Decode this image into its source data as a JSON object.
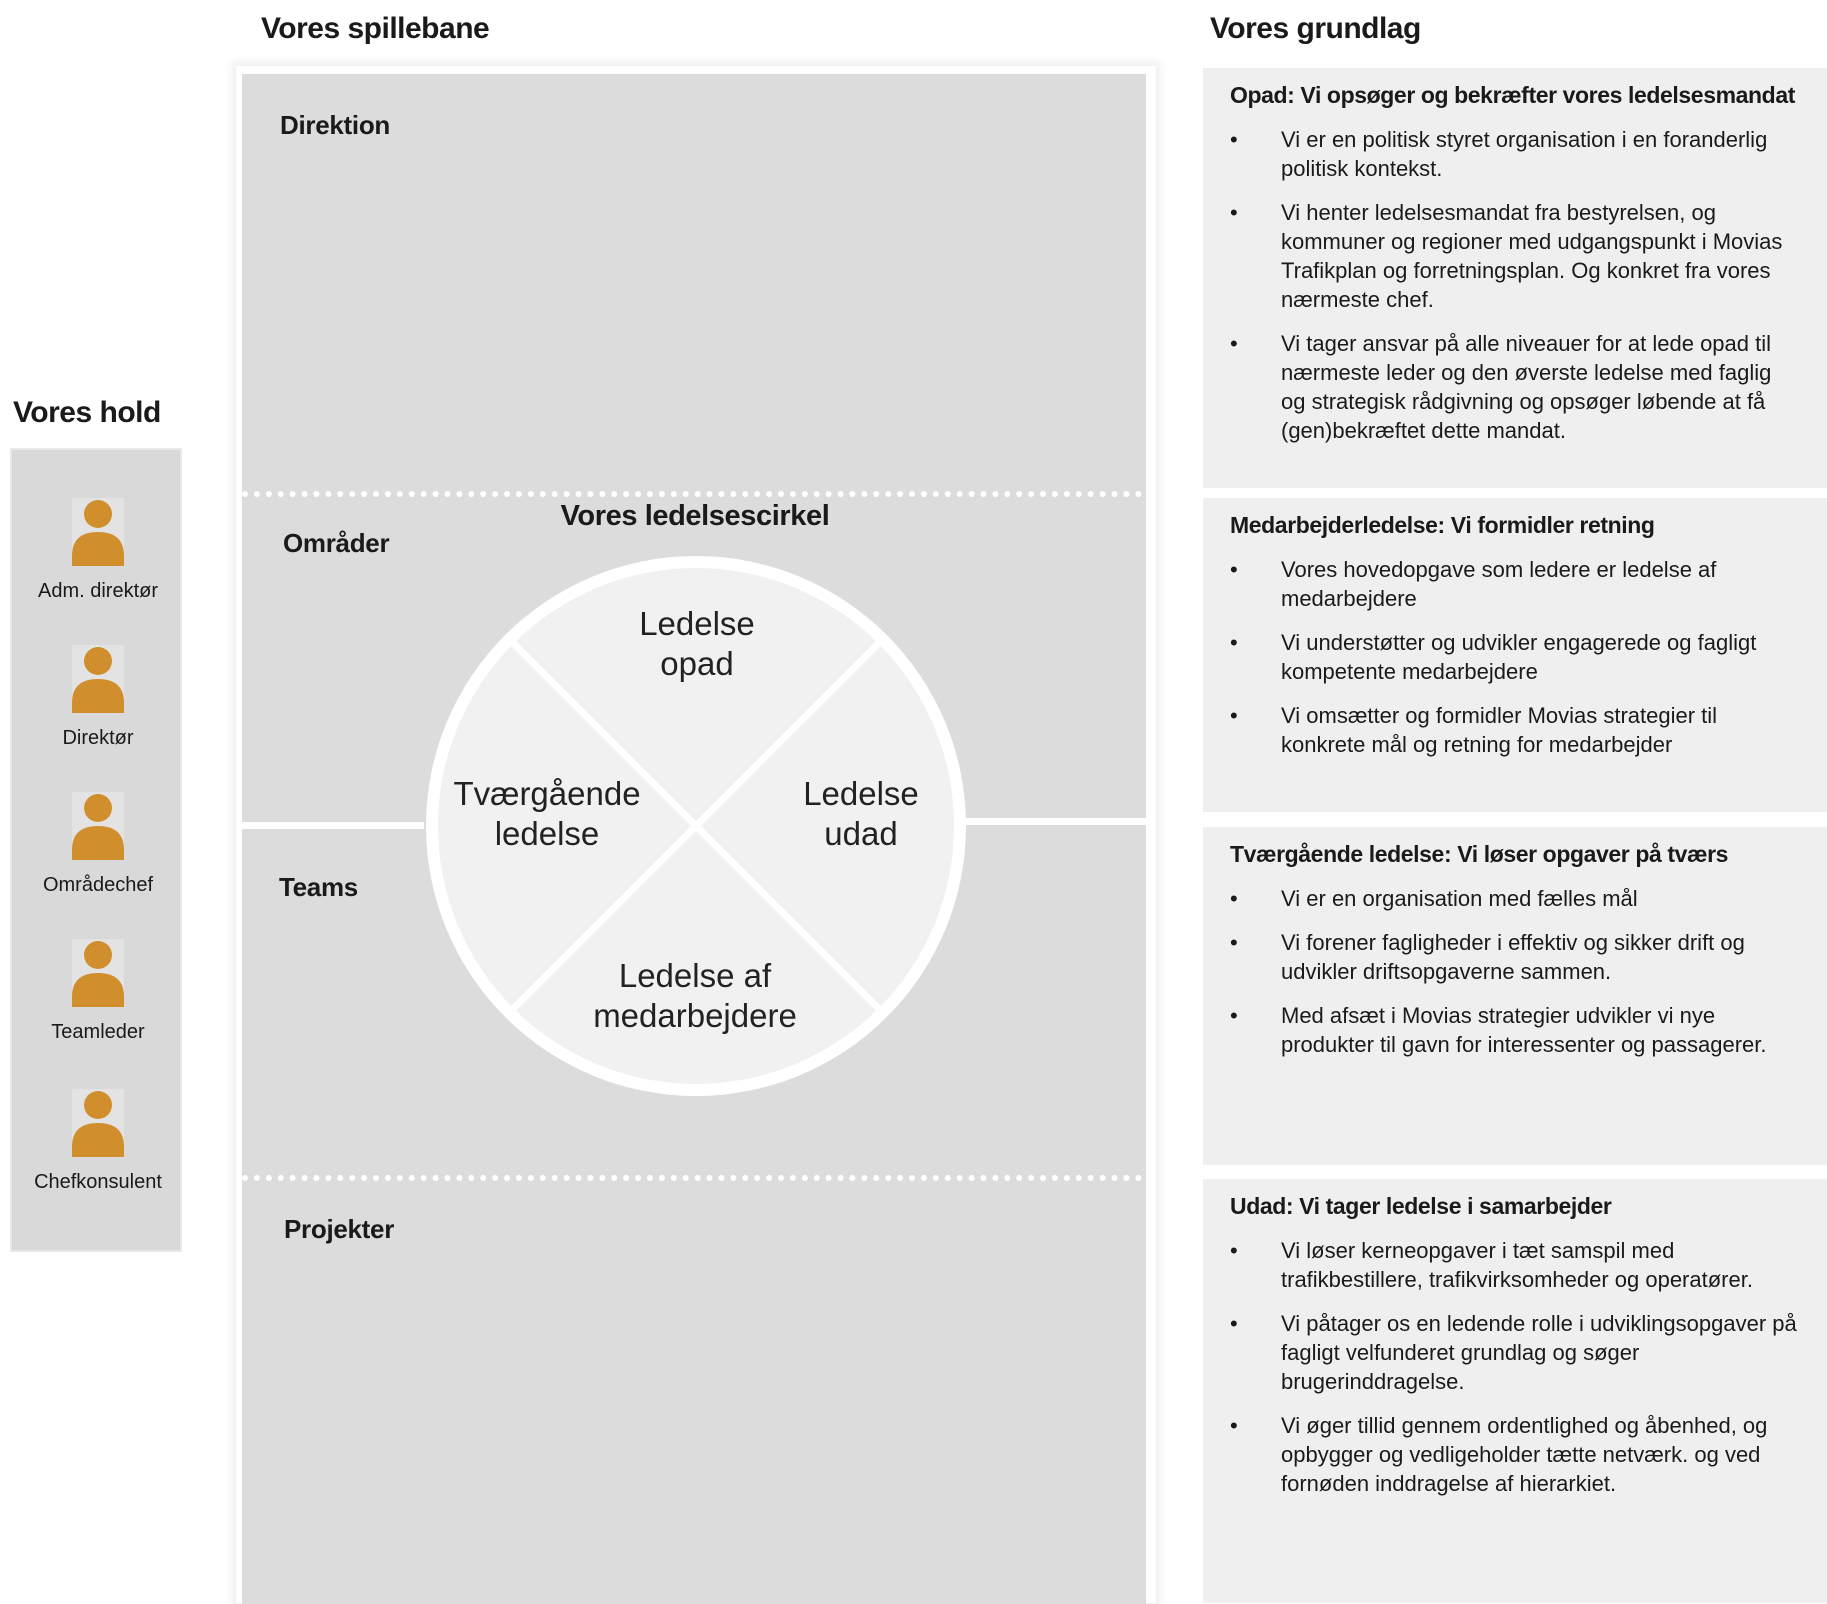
{
  "headings": {
    "team": "Vores hold",
    "field": "Vores spillebane",
    "foundation": "Vores grundlag"
  },
  "team": [
    {
      "label": "Adm. direktør",
      "icon": "person-icon"
    },
    {
      "label": "Direktør",
      "icon": "person-icon"
    },
    {
      "label": "Områdechef",
      "icon": "person-icon"
    },
    {
      "label": "Teamleder",
      "icon": "person-icon"
    },
    {
      "label": "Chefkonsulent",
      "icon": "person-icon"
    }
  ],
  "zones": [
    "Direktion",
    "Områder",
    "Teams",
    "Projekter"
  ],
  "circle": {
    "title": "Vores ledelsescirkel",
    "top": [
      "Ledelse",
      "opad"
    ],
    "left": [
      "Tværgående",
      "ledelse"
    ],
    "right": [
      "Ledelse",
      "udad"
    ],
    "bottom": [
      "Ledelse af",
      "medarbejdere"
    ]
  },
  "cards": [
    {
      "title": "Opad: Vi opsøger og bekræfter vores ledelsesmandat",
      "items": [
        "Vi er en politisk styret organisation i en foranderlig politisk kontekst.",
        "Vi henter ledelsesmandat fra bestyrelsen, og kommuner og regioner med udgangspunkt i Movias Trafikplan og forretningsplan. Og konkret fra vores nærmeste chef.",
        "Vi tager ansvar på alle niveauer for at lede opad til nærmeste leder og den øverste ledelse med faglig og strategisk rådgivning og opsøger løbende at få (gen)bekræftet dette mandat."
      ]
    },
    {
      "title": "Medarbejderledelse: Vi formidler retning",
      "items": [
        "Vores hovedopgave som ledere er ledelse af medarbejdere",
        "Vi understøtter og udvikler engagerede og fagligt kompetente medarbejdere",
        "Vi omsætter og formidler Movias strategier til konkrete mål og retning for medarbejder"
      ]
    },
    {
      "title": "Tværgående ledelse: Vi løser opgaver på tværs",
      "items": [
        "Vi er en organisation med fælles mål",
        "Vi forener fagligheder i effektiv og sikker drift og udvikler driftsopgaverne sammen.",
        "Med afsæt i Movias strategier udvikler vi nye produkter til gavn for interessenter og passagerer."
      ]
    },
    {
      "title": "Udad: Vi tager ledelse i samarbejder",
      "items": [
        "Vi løser kerneopgaver i tæt samspil med trafikbestillere, trafikvirksomheder og operatører.",
        "Vi påtager os en ledende rolle i udviklingsopgaver på fagligt velfunderet grundlag og søger brugerinddragelse.",
        "Vi øger tillid gennem ordentlighed og åbenhed, og opbygger og vedligeholder tætte netværk. og ved fornøden inddragelse af hierarkiet."
      ]
    }
  ],
  "bullet": "•",
  "colors": {
    "person": "#d08e2d",
    "field": "#dcdcdc",
    "circle": "#f1f1f1",
    "card": "#efefef"
  }
}
